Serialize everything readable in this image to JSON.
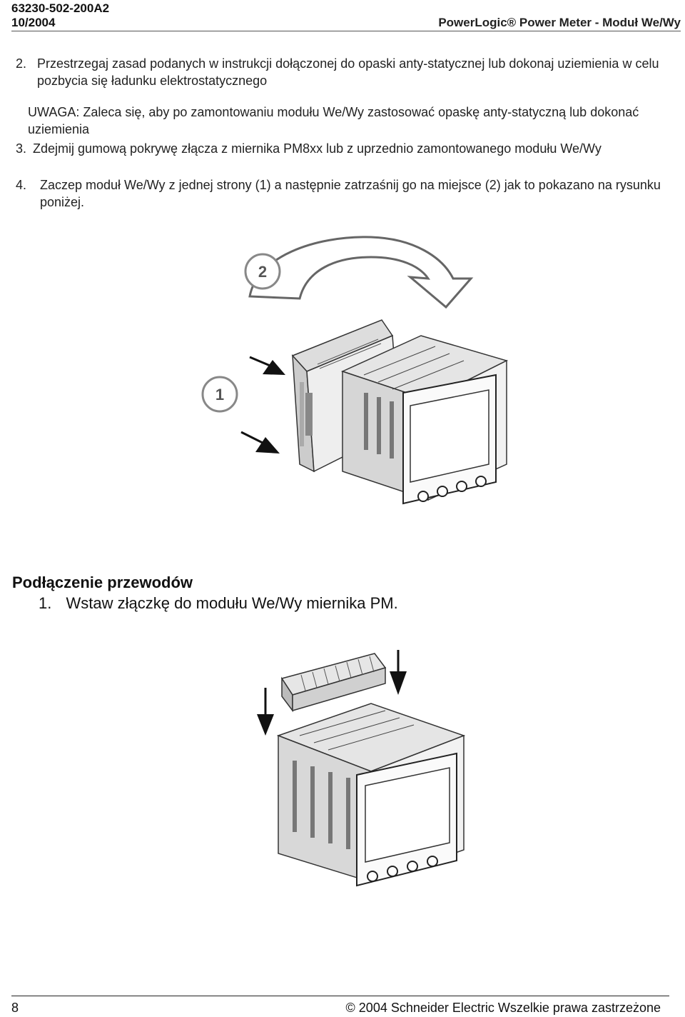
{
  "header": {
    "doc_number": "63230-502-200A2",
    "date": "10/2004",
    "title": "PowerLogic® Power Meter - Moduł  We/Wy"
  },
  "instructions": [
    {
      "num": "2.",
      "text": "Przestrzegaj zasad podanych w instrukcji dołączonej do opaski anty-statycznej lub dokonaj uziemienia w celu pozbycia się ładunku elektrostatycznego"
    },
    {
      "num": "",
      "text": "UWAGA: Zaleca się, aby po zamontowaniu modułu We/Wy zastosować opaskę anty-statyczną lub dokonać uziemienia"
    },
    {
      "num": "3.",
      "text": "Zdejmij gumową pokrywę złącza z miernika PM8xx lub z uprzednio zamontowanego modułu We/Wy"
    },
    {
      "num": "4.",
      "text": "Zaczep moduł We/Wy z jednej strony (1) a następnie zatrzaśnij go na miejsce (2) jak to pokazano na rysunku poniżej."
    }
  ],
  "figure1": {
    "callout_1": "1",
    "callout_2": "2"
  },
  "section": {
    "title": "Podłączenie przewodów",
    "step1_num": "1.",
    "step1_text": "Wstaw złączkę do modułu We/Wy miernika PM."
  },
  "footer": {
    "page_number": "8",
    "copyright": "© 2004 Schneider Electric Wszelkie prawa zastrzeżone"
  }
}
